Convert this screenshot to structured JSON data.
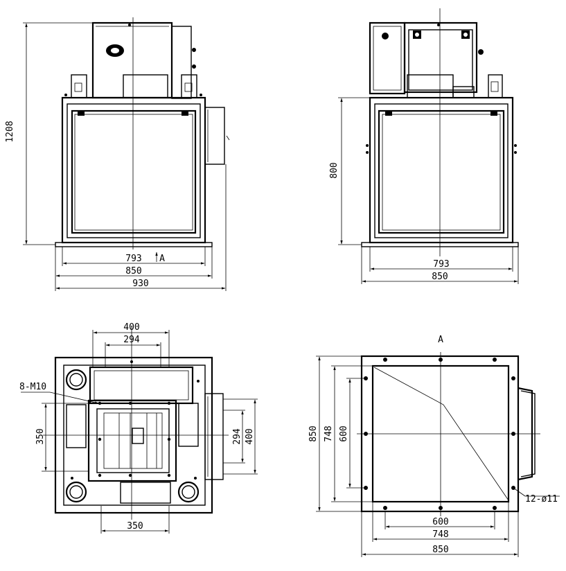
{
  "views": {
    "front": {
      "dims": {
        "height_total": "1208",
        "inner_width": "793",
        "flange_width": "850",
        "overall_width": "930"
      },
      "view_arrow_label": "A"
    },
    "side": {
      "dims": {
        "body_height": "800",
        "inner_width": "793",
        "flange_width": "850"
      }
    },
    "top": {
      "dims": {
        "top_outer": "400",
        "top_inner": "294",
        "left_350": "350",
        "right_294": "294",
        "right_400": "400",
        "bottom_350": "350"
      },
      "callout": "8-M10"
    },
    "view_a": {
      "title": "A",
      "dims": {
        "left_850": "850",
        "left_748": "748",
        "left_600": "600",
        "bottom_600": "600",
        "bottom_748": "748",
        "bottom_850": "850"
      },
      "callout": "12-ø11"
    }
  }
}
